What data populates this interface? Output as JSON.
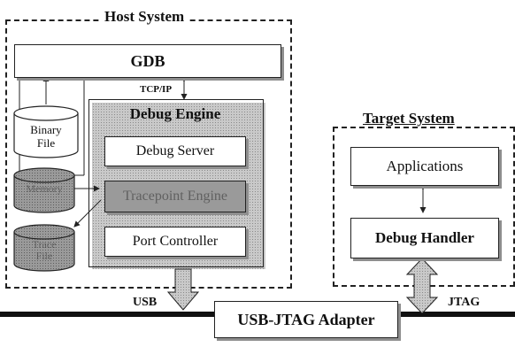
{
  "host_system": {
    "title": "Host System"
  },
  "gdb": {
    "label": "GDB"
  },
  "tcpip": {
    "label": "TCP/IP"
  },
  "binary_file": {
    "label": "Binary\nFile"
  },
  "memory_store": {
    "label": "Memory"
  },
  "trace_file": {
    "label": "Trace\nFile"
  },
  "debug_engine": {
    "title": "Debug Engine",
    "debug_server": "Debug Server",
    "tracepoint_engine": "Tracepoint Engine",
    "port_controller": "Port Controller"
  },
  "target_system": {
    "title": "Target System",
    "applications": "Applications",
    "debug_handler": "Debug Handler"
  },
  "bus": {
    "usb_label": "USB",
    "jtag_label": "JTAG",
    "adapter_label": "USB-JTAG Adapter"
  }
}
